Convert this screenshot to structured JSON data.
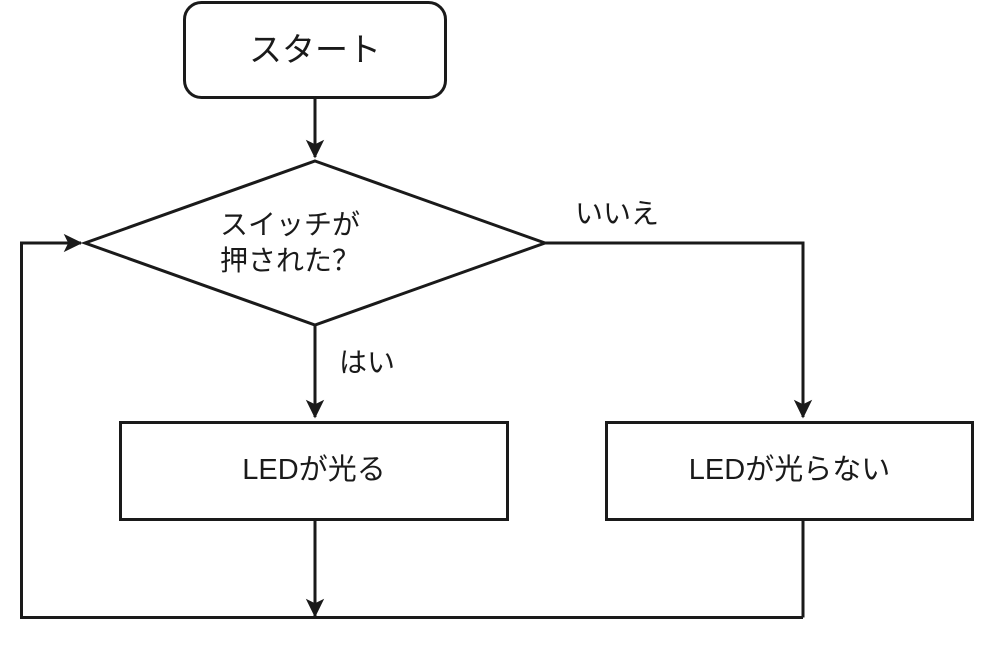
{
  "diagram": {
    "type": "flowchart",
    "title": "LED switch flowchart",
    "language": "ja",
    "stroke_color": "#1a1a1a",
    "fill_color": "#ffffff",
    "nodes": {
      "start": {
        "label": "スタート",
        "shape": "rounded-rectangle",
        "role": "terminator"
      },
      "decision": {
        "label": "スイッチが\n押された？",
        "shape": "diamond",
        "role": "decision"
      },
      "process_on": {
        "label": "LEDが光る",
        "shape": "rectangle",
        "role": "process"
      },
      "process_off": {
        "label": "LEDが光らない",
        "shape": "rectangle",
        "role": "process"
      }
    },
    "edges": {
      "yes_label": "はい",
      "no_label": "いいえ"
    }
  }
}
